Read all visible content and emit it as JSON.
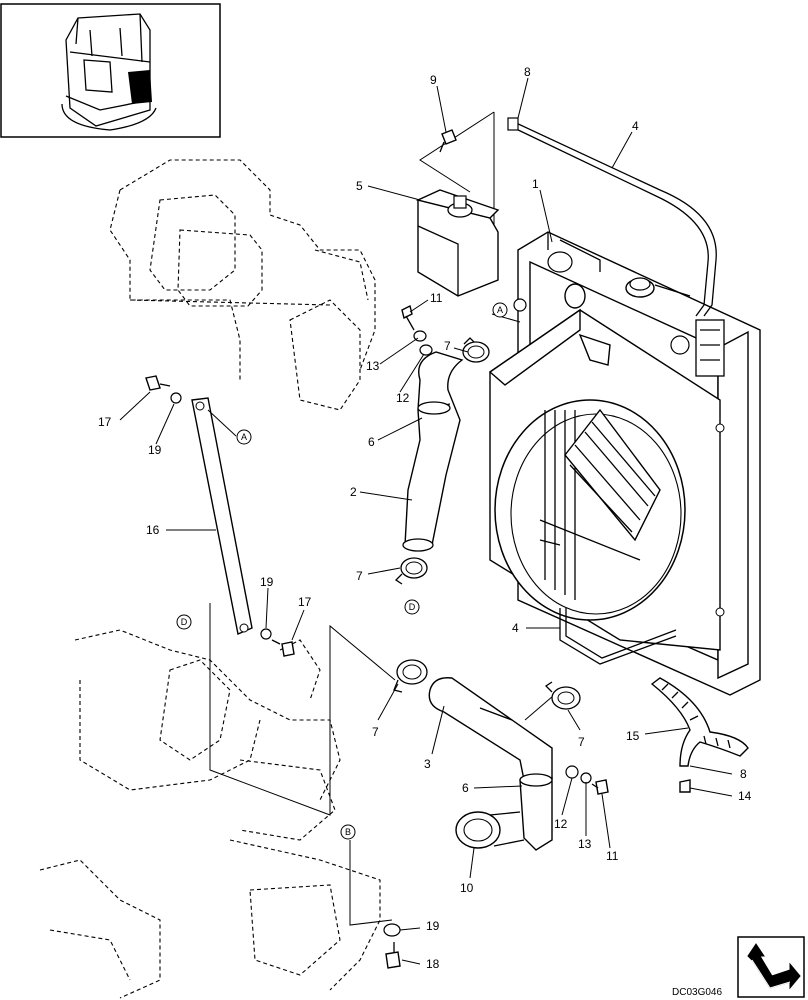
{
  "drawing_code": "DC03G046",
  "callouts": [
    {
      "id": "c1",
      "text": "1"
    },
    {
      "id": "c2",
      "text": "2"
    },
    {
      "id": "c3",
      "text": "3"
    },
    {
      "id": "c4a",
      "text": "4"
    },
    {
      "id": "c4b",
      "text": "4"
    },
    {
      "id": "c5",
      "text": "5"
    },
    {
      "id": "c6a",
      "text": "6"
    },
    {
      "id": "c6b",
      "text": "6"
    },
    {
      "id": "c7a",
      "text": "7"
    },
    {
      "id": "c7b",
      "text": "7"
    },
    {
      "id": "c7c",
      "text": "7"
    },
    {
      "id": "c7d",
      "text": "7"
    },
    {
      "id": "c8a",
      "text": "8"
    },
    {
      "id": "c8b",
      "text": "8"
    },
    {
      "id": "c9",
      "text": "9"
    },
    {
      "id": "c10",
      "text": "10"
    },
    {
      "id": "c11a",
      "text": "11"
    },
    {
      "id": "c11b",
      "text": "11"
    },
    {
      "id": "c12a",
      "text": "12"
    },
    {
      "id": "c12b",
      "text": "12"
    },
    {
      "id": "c13a",
      "text": "13"
    },
    {
      "id": "c13b",
      "text": "13"
    },
    {
      "id": "c14",
      "text": "14"
    },
    {
      "id": "c15",
      "text": "15"
    },
    {
      "id": "c16",
      "text": "16"
    },
    {
      "id": "c17a",
      "text": "17"
    },
    {
      "id": "c17b",
      "text": "17"
    },
    {
      "id": "c18",
      "text": "18"
    },
    {
      "id": "c19a",
      "text": "19"
    },
    {
      "id": "c19b",
      "text": "19"
    },
    {
      "id": "c19c",
      "text": "19"
    }
  ],
  "connection_markers": [
    {
      "id": "mA1",
      "text": "A"
    },
    {
      "id": "mA2",
      "text": "A"
    },
    {
      "id": "mD1",
      "text": "D"
    },
    {
      "id": "mD2",
      "text": "D"
    },
    {
      "id": "mB",
      "text": "B"
    }
  ],
  "icons": {
    "inset": "machine-location-icon",
    "orientation": "orientation-arrow-icon"
  }
}
